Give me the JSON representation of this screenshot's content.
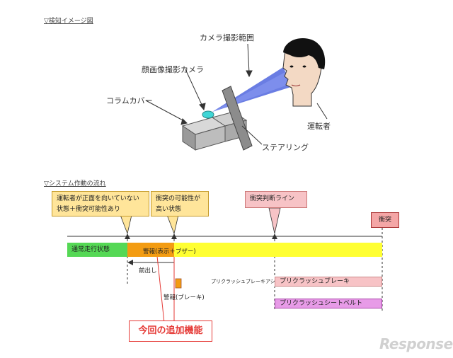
{
  "detection": {
    "heading": "▽検知イメージ図",
    "labels": {
      "camera_range": "カメラ撮影範囲",
      "face_camera": "顔画像撮影カメラ",
      "column_cover": "コラムカバー",
      "driver": "運転者",
      "steering": "ステアリング"
    }
  },
  "flow": {
    "heading": "▽システム作動の流れ",
    "callouts": {
      "not_facing": "運転者が正面を向いていない\n状態＋衝突可能性あり",
      "high_possibility": "衝突の可能性が\n高い状態",
      "judgment_line": "衝突判断ライン",
      "collision": "衝突"
    },
    "bars": {
      "normal": "通常走行状態",
      "warning": "警報(表示＋ブザー)",
      "forward": "前出し",
      "warning_brake": "警報(ブレーキ)",
      "brake_assist_standby": "プリクラッシュブレーキアシスト待機",
      "precrash_brake": "プリクラッシュブレーキ",
      "precrash_belt": "プリクラッシュシートベルト"
    },
    "new_function": "今回の追加機能"
  },
  "watermark": "Response."
}
